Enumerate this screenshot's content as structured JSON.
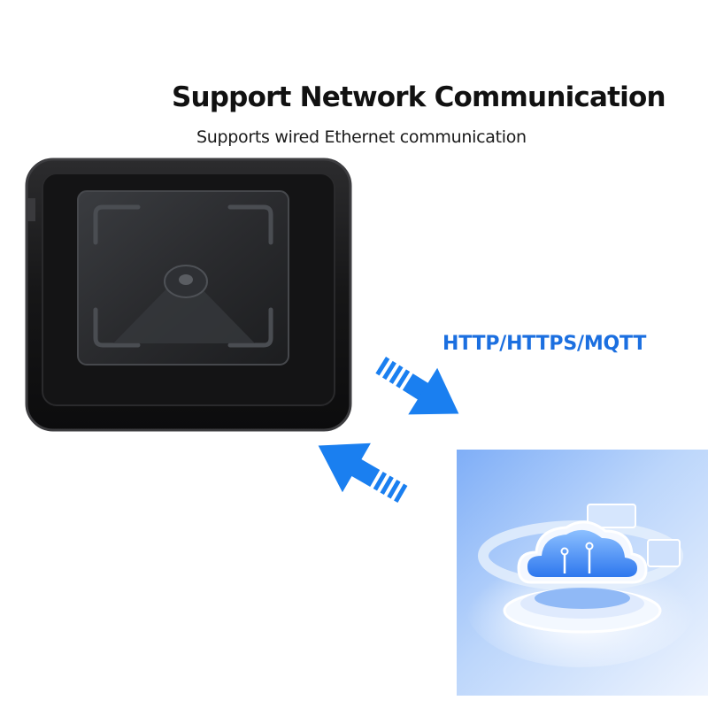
{
  "header": {
    "title": "Support Network Communication",
    "subtitle": "Supports wired Ethernet communication"
  },
  "diagram": {
    "protocols_label": "HTTP/HTTPS/MQTT",
    "arrow_color": "#1a7ff0"
  },
  "icons": {
    "device": "barcode-scanner-icon",
    "cloud": "cloud-server-icon"
  }
}
